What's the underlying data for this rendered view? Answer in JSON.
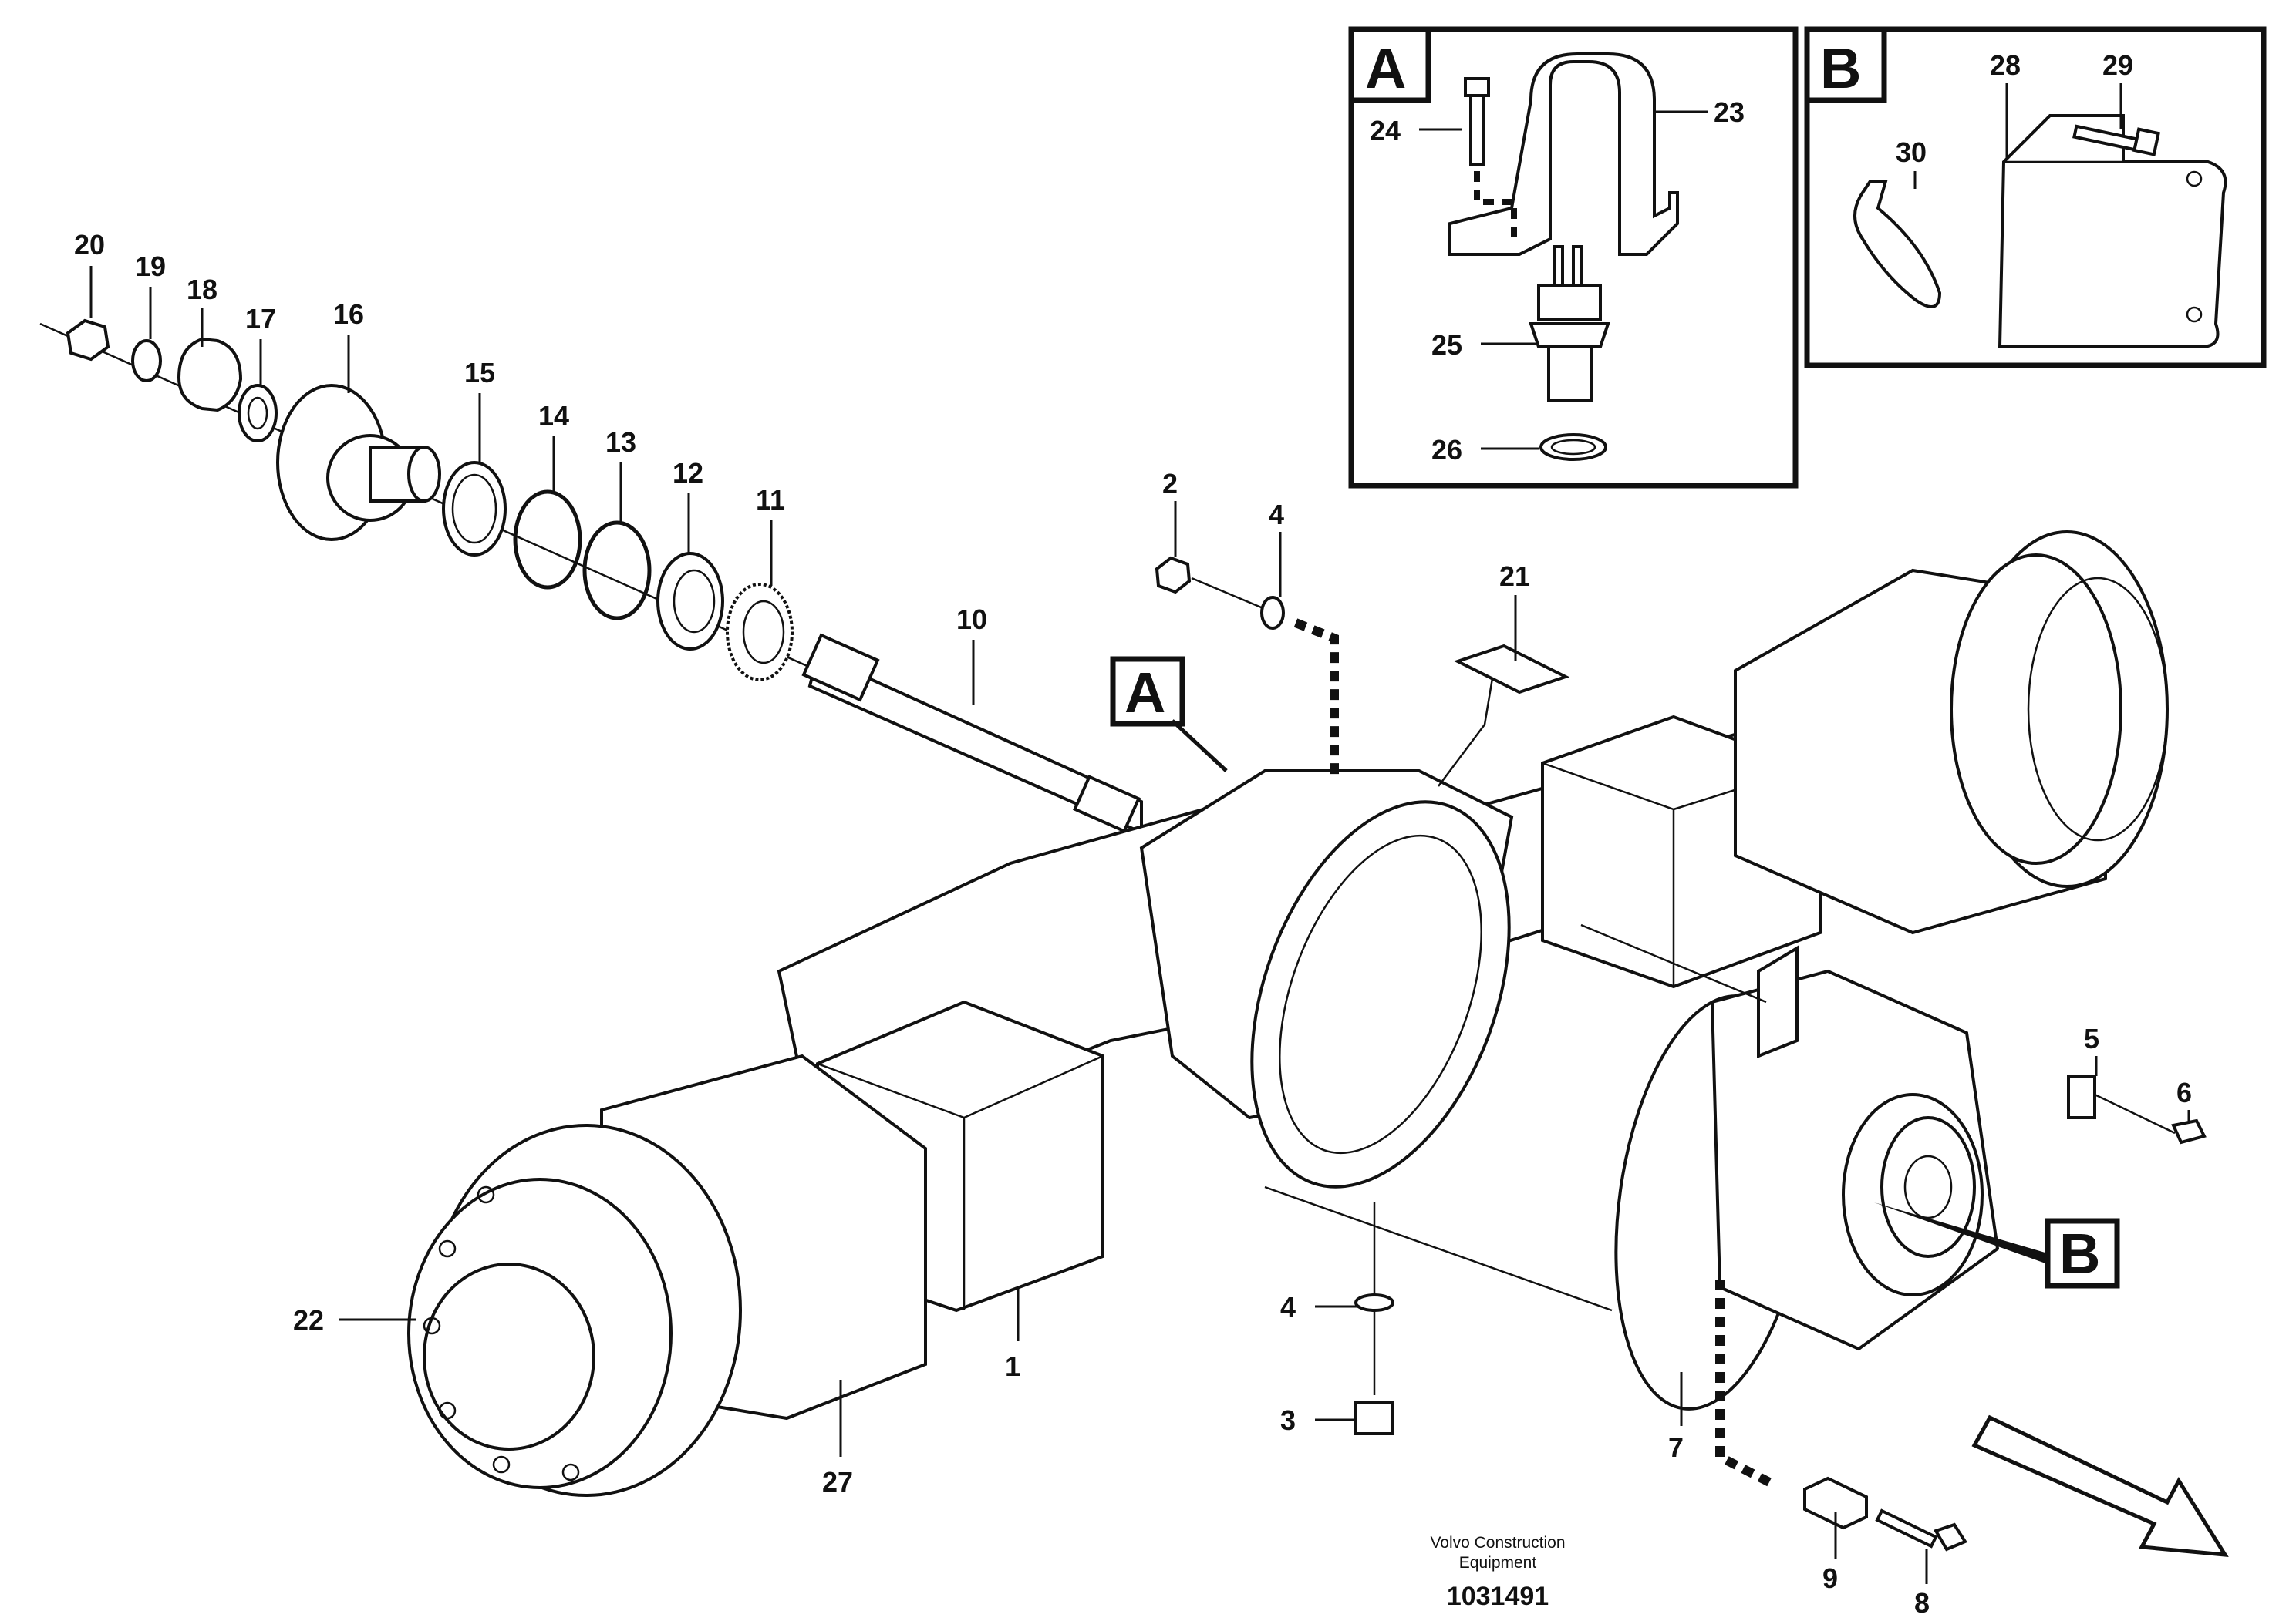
{
  "diagram": {
    "labels": {
      "p1": "1",
      "p2": "2",
      "p3": "3",
      "p4a": "4",
      "p4b": "4",
      "p5": "5",
      "p6": "6",
      "p7": "7",
      "p8": "8",
      "p9": "9",
      "p10": "10",
      "p11": "11",
      "p12": "12",
      "p13": "13",
      "p14": "14",
      "p15": "15",
      "p16": "16",
      "p17": "17",
      "p18": "18",
      "p19": "19",
      "p20": "20",
      "p21": "21",
      "p22": "22",
      "p23": "23",
      "p24": "24",
      "p25": "25",
      "p26": "26",
      "p27": "27",
      "p28": "28",
      "p29": "29",
      "p30": "30"
    },
    "callouts": {
      "a_main": "A",
      "b_main": "B",
      "a_inset": "A",
      "b_inset": "B"
    },
    "footer": {
      "company_line1": "Volvo Construction",
      "company_line2": "Equipment",
      "drawing_number": "1031491"
    }
  }
}
